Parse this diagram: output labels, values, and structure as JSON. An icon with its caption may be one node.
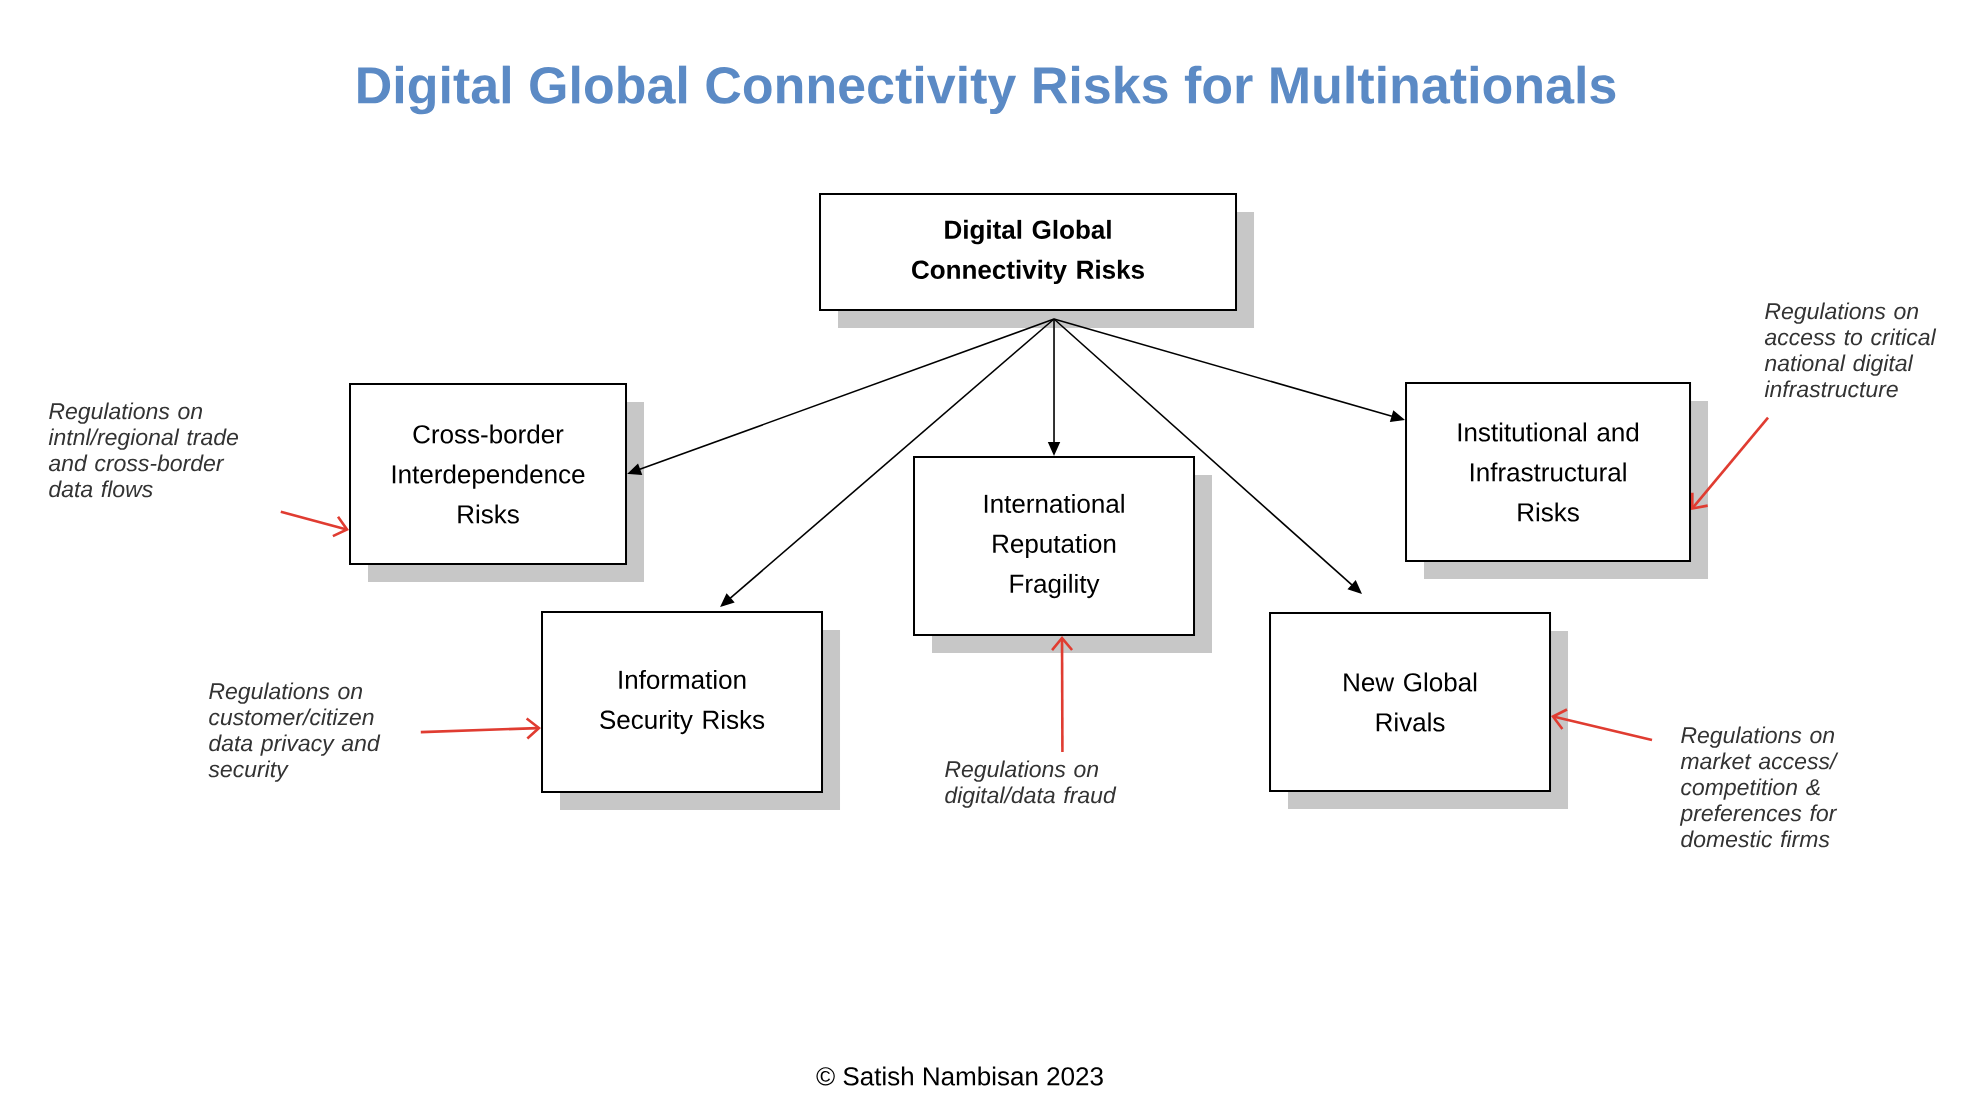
{
  "diagram": {
    "title": "Digital Global Connectivity Risks for Multinationals",
    "nodes": [
      {
        "text": [
          "Digital Global Connectivity Risks"
        ]
      },
      {
        "text": [
          "Cross-border Interdependence Risks"
        ]
      },
      {
        "text": [
          "International Reputation Fragility"
        ]
      },
      {
        "text": [
          "Institutional and Infrastructural Risks"
        ]
      },
      {
        "text": [
          "Information Security Risks"
        ]
      },
      {
        "text": [
          "New Global Rivals"
        ]
      },
      {
        "text": [
          "Regulations on intnl/regional trade and cross-border data flows"
        ]
      },
      {
        "text": [
          "Regulations on customer/citizen data privacy and security"
        ]
      },
      {
        "text": [
          "Regulations on digital/data fraud"
        ]
      },
      {
        "text": [
          "Regulations on access to critical national digital infrastructure"
        ]
      },
      {
        "text": [
          "Regulations on market access/ competition & preferences for domestic firms"
        ]
      }
    ],
    "edges": [
      {
        "from": 0,
        "to": 1,
        "arrow": "to"
      },
      {
        "from": 0,
        "to": 4,
        "arrow": "to"
      },
      {
        "from": 0,
        "to": 2,
        "arrow": "to"
      },
      {
        "from": 0,
        "to": 5,
        "arrow": "to"
      },
      {
        "from": 0,
        "to": 3,
        "arrow": "to"
      },
      {
        "from": 6,
        "to": 1,
        "arrow": "to",
        "color": "#e03c31"
      },
      {
        "from": 7,
        "to": 4,
        "arrow": "to",
        "color": "#e03c31"
      },
      {
        "from": 8,
        "to": 2,
        "arrow": "to",
        "color": "#e03c31"
      },
      {
        "from": 9,
        "to": 3,
        "arrow": "to",
        "color": "#e03c31"
      },
      {
        "from": 10,
        "to": 5,
        "arrow": "to",
        "color": "#e03c31"
      }
    ],
    "labels": [
      "© Satish Nambisan 2023"
    ]
  }
}
